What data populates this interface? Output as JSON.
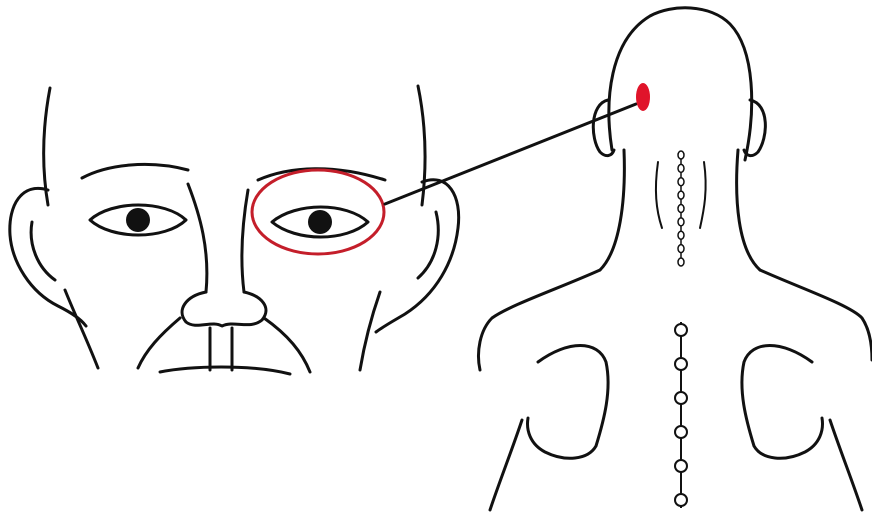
{
  "figure": {
    "panels": [
      "front-face",
      "back-head-neck"
    ],
    "colors": {
      "line": "#111111",
      "highlight_ring": "#c41e2a",
      "highlight_dot": "#e0142a",
      "background": "#ffffff"
    },
    "highlight": {
      "front_region": "right-eye",
      "back_point": "occipital"
    },
    "spine": {
      "neck_vertebrae_count": 9,
      "upper_back_vertebrae_count": 6
    }
  }
}
